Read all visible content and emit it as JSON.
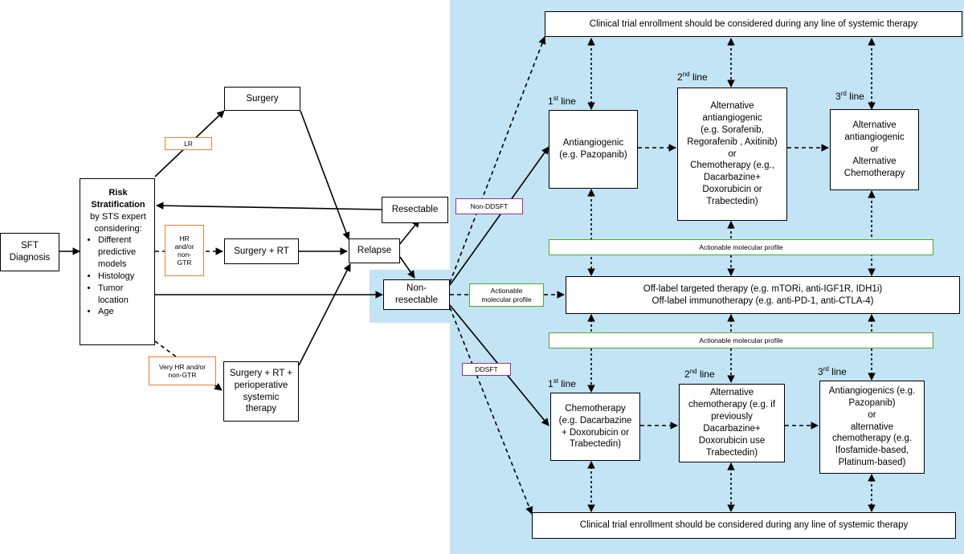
{
  "colors": {
    "panel": "#c2e4f5",
    "orange": "#ed7d31",
    "purple": "#a02b93",
    "green": "#4ea72e"
  },
  "nodes": {
    "sft_diagnosis": "SFT\nDiagnosis",
    "risk": {
      "title": "Risk\nStratification",
      "subtitle": "by STS expert\nconsidering:",
      "items": [
        "Different predictive models",
        "Histology",
        "Tumor location",
        "Age"
      ]
    },
    "surgery": "Surgery",
    "surgery_rt": "Surgery + RT",
    "surgery_rt_periop": "Surgery + RT +\nperioperative\nsystemic\ntherapy",
    "resectable": "Resectable",
    "relapse": "Relapse",
    "non_resectable": "Non-\nresectable",
    "trial_top": "Clinical trial enrollment should be considered during any line of systemic therapy",
    "trial_bottom": "Clinical trial enrollment should be considered during any line of systemic therapy",
    "non_ddsft_first": "Antiangiogenic\n(e.g. Pazopanib)",
    "non_ddsft_second": "Alternative\nantiangiogenic\n(e.g. Sorafenib,\nRegorafenib , Axitinib)\nor\nChemotherapy (e.g.,\nDacarbazine+\nDoxorubicin or\nTrabectedin)",
    "non_ddsft_third": "Alternative\nantiangiogenic\nor\nAlternative\nChemotherapy",
    "off_label": "Off-label targeted therapy (e.g. mTORi, anti-IGF1R, IDH1i)\nOff-label immunotherapy (e.g. anti-PD-1, anti-CTLA-4)",
    "ddsft_first": "Chemotherapy\n(e.g. Dacarbazine\n+ Doxorubicin or\nTrabectedin)",
    "ddsft_second": "Alternative\nchemotherapy (e.g. if\npreviously\nDacarbazine+\nDoxorubicin use\nTrabectedin)",
    "ddsft_third": "Antiangiogenics (e.g.\nPazopanib)\nor\nalternative\nchemotherapy (e.g.\nIfosfamide-based,\nPlatinum-based)"
  },
  "tags": {
    "lr": "LR",
    "hr": "HR\nand/or\nnon-\nGTR",
    "very_hr": "Very HR and/or\nnon-GTR",
    "non_ddsft": "Non-DDSFT",
    "ddsft": "DDSFT",
    "actionable_upper": "Actionable molecular profile",
    "actionable_middle": "Actionable\nmolecular profile",
    "actionable_lower": "Actionable molecular profile"
  },
  "line_headers": {
    "line_label": "line",
    "top_first": "st",
    "top_second": "nd",
    "top_third": "rd",
    "bottom_first": "st",
    "bottom_second": "nd",
    "bottom_third": "rd",
    "n1": "1",
    "n2": "2",
    "n3": "3"
  }
}
